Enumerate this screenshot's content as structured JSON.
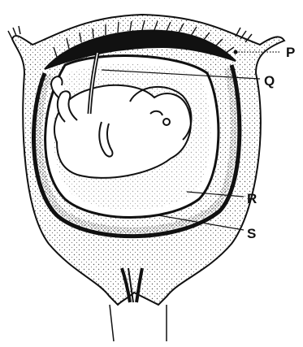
{
  "labels": {
    "p": "P",
    "q": "Q",
    "r": "R",
    "s": "S"
  },
  "colors": {
    "ink": "#111111",
    "stipple": "#555555",
    "background": "#ffffff"
  }
}
